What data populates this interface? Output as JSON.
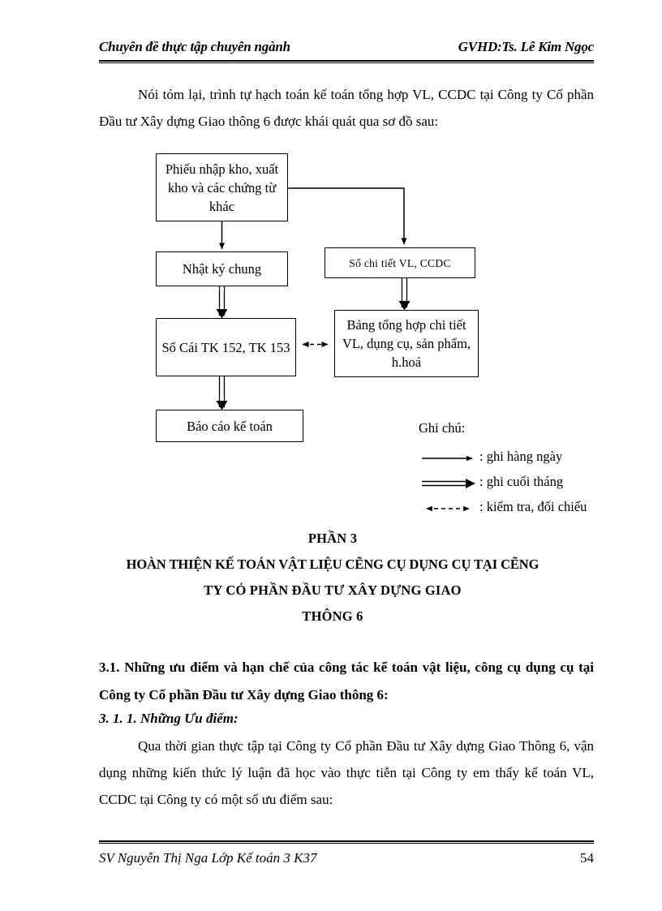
{
  "header": {
    "left": "Chuyên đề thực tập chuyên ngành",
    "right": "GVHD:Ts. Lê Kim Ngọc"
  },
  "intro": {
    "text": "Nói tóm lại, trình tự hạch toán kế toán tổng hợp VL, CCDC tại Công ty Cổ phần Đầu tư Xây dựng Giao thông 6 được khái quát qua sơ đồ sau:"
  },
  "chart_data": {
    "type": "diagram",
    "title": "Trình tự hạch toán kế toán tổng hợp VL, CCDC",
    "nodes": [
      {
        "id": "chungtu",
        "label": "Phiếu nhập kho, xuất kho và các chứng từ khác"
      },
      {
        "id": "nhatky",
        "label": "Nhật ký chung"
      },
      {
        "id": "sochitiet",
        "label": "Sổ chi tiết VL, CCDC"
      },
      {
        "id": "socai",
        "label": "Sổ Cái TK 152, TK 153"
      },
      {
        "id": "bangth",
        "label": "Bảng tổng hợp chi tiết VL, dụng cụ, sản phẩm, h.hoá"
      },
      {
        "id": "baocao",
        "label": "Báo cáo kế toán"
      }
    ],
    "edges": [
      {
        "from": "chungtu",
        "to": "nhatky",
        "style": "daily"
      },
      {
        "from": "chungtu",
        "to": "sochitiet",
        "style": "daily"
      },
      {
        "from": "nhatky",
        "to": "socai",
        "style": "monthly"
      },
      {
        "from": "sochitiet",
        "to": "bangth",
        "style": "monthly"
      },
      {
        "from": "socai",
        "to": "baocao",
        "style": "monthly"
      },
      {
        "from": "socai",
        "to": "bangth",
        "style": "check"
      }
    ]
  },
  "legend": {
    "title": "Ghi chú:",
    "items": [
      {
        "glyph": "single-arrow-icon",
        "label": ": ghi hàng ngày"
      },
      {
        "glyph": "double-arrow-icon",
        "label": ": ghi  cuối tháng"
      },
      {
        "glyph": "dashed-double-arrow-icon",
        "label": ": kiểm tra, đối chiếu"
      }
    ]
  },
  "part_heading": {
    "line1": "PHẦN 3",
    "line2": "HOÀN THIỆN KẾ TOÁN VẬT LIỆU CẼNG CỤ DỤNG CỤ TẠI CẼNG",
    "line3": "TY CỎ PHẦN ĐẦU TƯ XÂY DỰNG GIAO",
    "line4": "THÔNG 6"
  },
  "sections": {
    "s31": "3.1. Những ưu điểm và hạn chế của công tác kế toán vật liệu, công cụ dụng cụ  tại Công ty Cổ phần Đầu tư Xây dựng Giao thông 6:",
    "s311": "3. 1. 1. Những Ưu điểm:",
    "body": "Qua thời gian thực tập tại Công ty Cổ phần Đầu tư Xây dựng Giao Thông 6, vận dụng những kiến thức lý luận đã học vào thực tiễn tại Công ty em thấy kế toán VL, CCDC tại Công ty có một số ưu điểm sau:"
  },
  "footer": {
    "left": "SV Nguyễn Thị Nga Lớp Kế toán 3 K37",
    "page": "54"
  }
}
